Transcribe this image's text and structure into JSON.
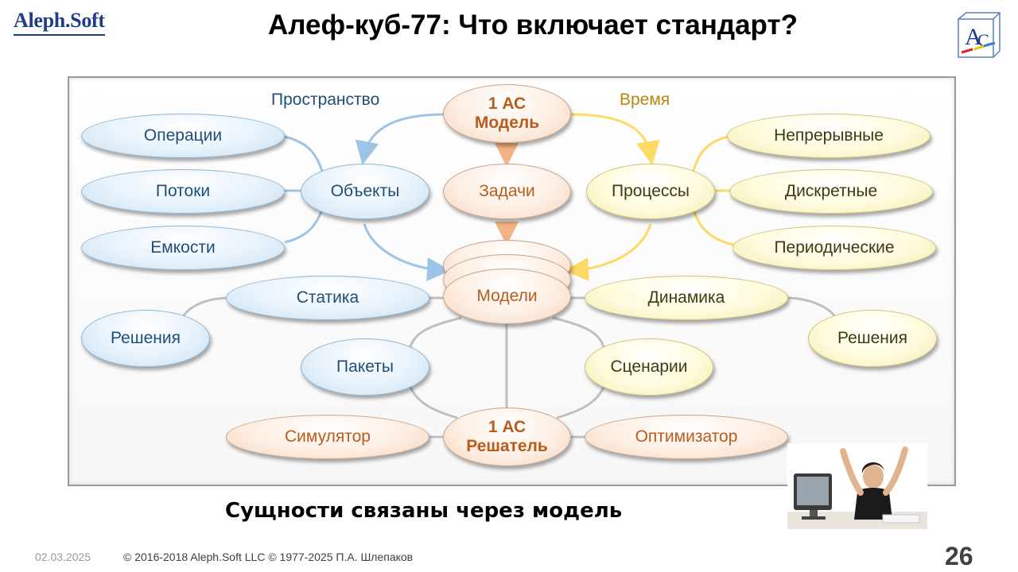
{
  "header": {
    "logo": "Aleph.Soft",
    "title": "Алеф-куб-77: Что включает стандарт?",
    "cube_letters": "AC"
  },
  "diagram": {
    "labels": {
      "space": "Пространство",
      "time": "Время"
    },
    "nodes": {
      "model_top": {
        "line1": "1 АС",
        "line2": "Модель"
      },
      "tasks": "Задачи",
      "objects": "Объекты",
      "processes": "Процессы",
      "operations": "Операции",
      "flows": "Потоки",
      "capacities": "Емкости",
      "continuous": "Непрерывные",
      "discrete": "Дискретные",
      "periodic": "Периодические",
      "models": "Модели",
      "statics": "Статика",
      "dynamics": "Динамика",
      "solutions_left": "Решения",
      "solutions_right": "Решения",
      "packages": "Пакеты",
      "scenarios": "Сценарии",
      "solver": {
        "line1": "1 АС",
        "line2": "Решатель"
      },
      "simulator": "Симулятор",
      "optimizer": "Оптимизатор"
    }
  },
  "colors": {
    "blue_line": "#9dc3e6",
    "yellow_line": "#ffd966",
    "orange_line": "#f4b183",
    "gray_line": "#bfbfbf"
  },
  "subtitle": "Сущности связаны через модель",
  "footer": {
    "date": "02.03.2025",
    "copyright": "© 2016-2018 Aleph.Soft LLC © 1977-2025 П.А. Шлепаков",
    "page": "26"
  }
}
